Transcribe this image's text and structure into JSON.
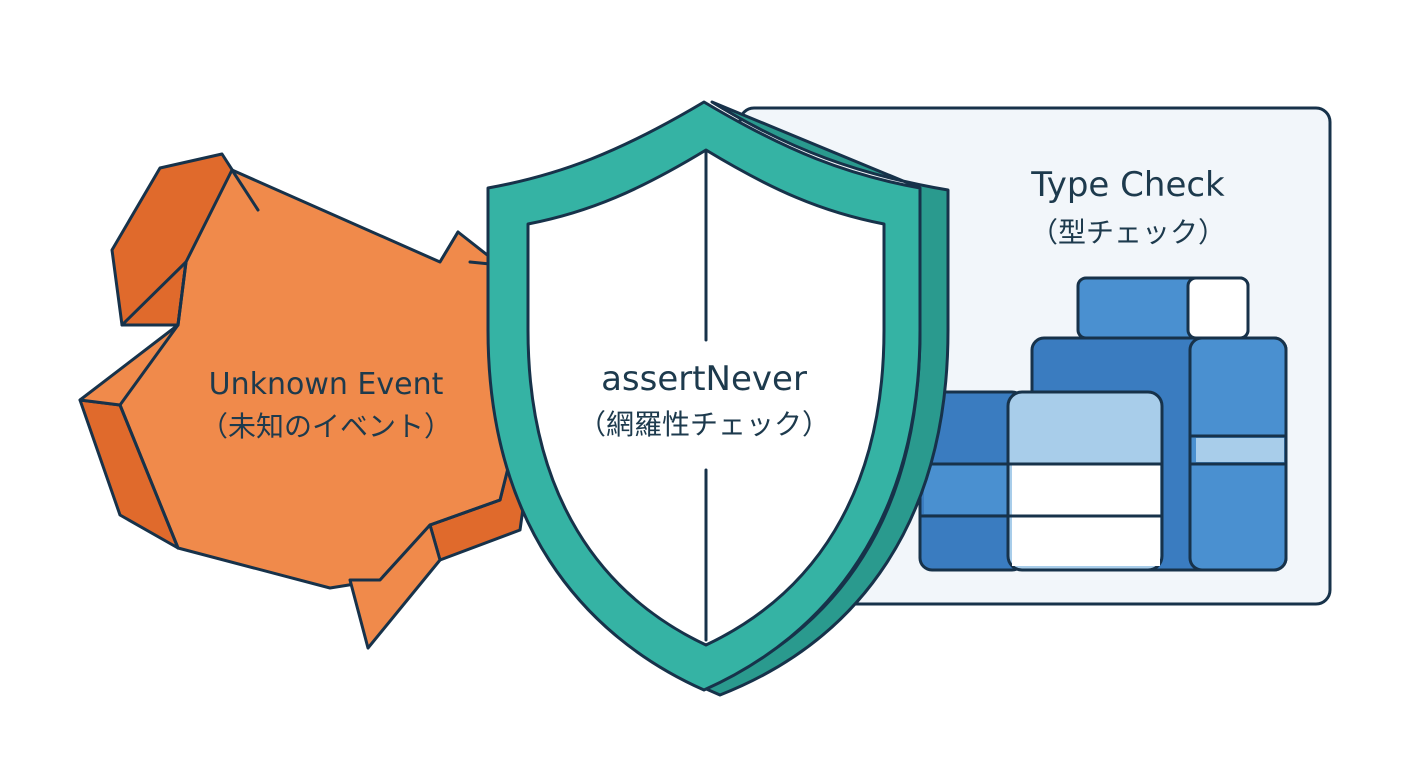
{
  "colors": {
    "outline": "#17324a",
    "orange": "#f08a4b",
    "orange_dark": "#e06a2c",
    "teal": "#35b3a4",
    "teal_dark": "#2a9a8e",
    "panel_bg": "#f2f6fa",
    "blue_mid": "#4a90d0",
    "blue_dark": "#3a7cc0",
    "blue_light": "#a8cdea"
  },
  "icons": {
    "unknown": "crumpled-rock-icon",
    "guard": "shield-icon",
    "typecheck": "stacked-blocks-icon"
  },
  "unknown_event": {
    "title": "Unknown Event",
    "subtitle": "（未知のイベント）"
  },
  "assert_never": {
    "title": "assertNever",
    "subtitle": "（網羅性チェック）"
  },
  "type_check": {
    "title": "Type Check",
    "subtitle": "（型チェック）"
  }
}
